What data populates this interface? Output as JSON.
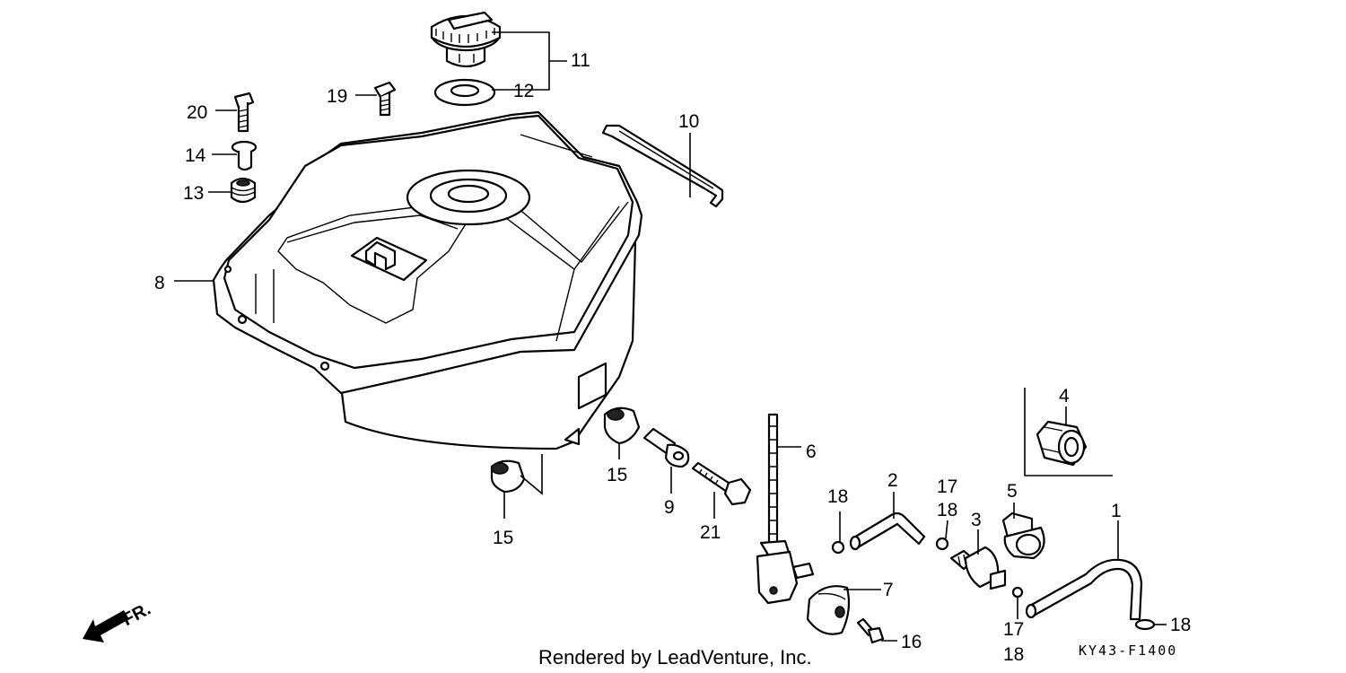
{
  "callouts": {
    "c1": "1",
    "c2": "2",
    "c3": "3",
    "c4": "4",
    "c5": "5",
    "c6": "6",
    "c7": "7",
    "c8": "8",
    "c9": "9",
    "c10": "10",
    "c11": "11",
    "c12": "12",
    "c13": "13",
    "c14": "14",
    "c15a": "15",
    "c15b": "15",
    "c16": "16",
    "c17a": "17",
    "c17b": "17",
    "c18a": "18",
    "c18b": "18",
    "c18c": "18",
    "c18d": "18",
    "c19": "19",
    "c20": "20",
    "c21": "21"
  },
  "direction_marker": "FR.",
  "credit": "Rendered by LeadVenture, Inc.",
  "diagram_code": "KY43-F1400"
}
